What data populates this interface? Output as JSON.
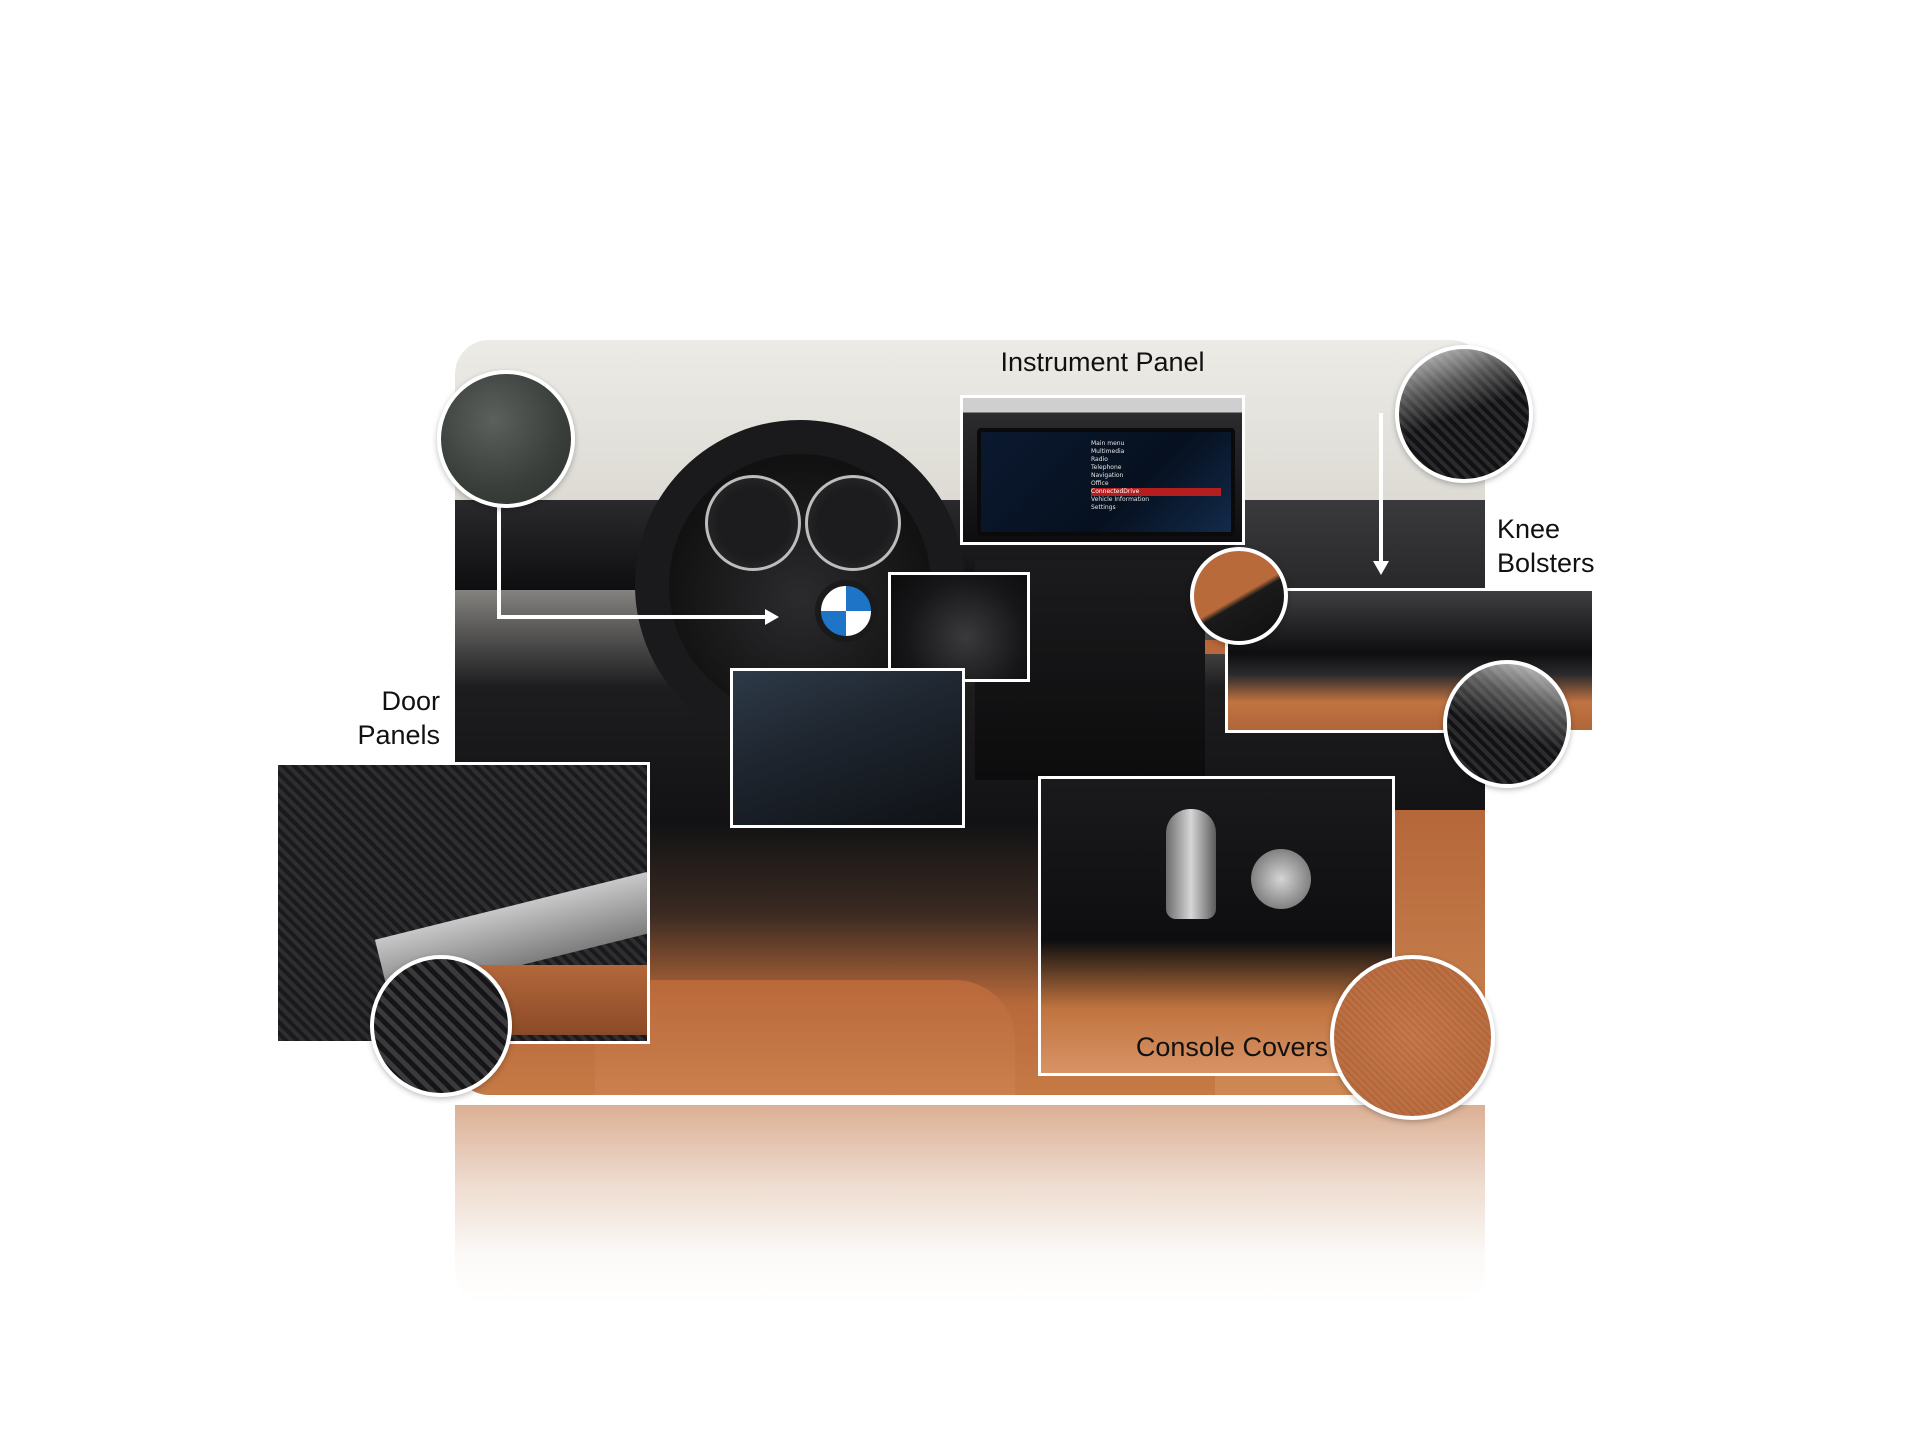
{
  "labels": {
    "instrument_panel": "Instrument Panel",
    "knee_bolsters": "Knee\nBolsters",
    "door_panels": "Door\nPanels",
    "console_covers": "Console Covers"
  },
  "screen_menu": {
    "title": "Main menu",
    "items": [
      "Multimedia",
      "Radio",
      "Telephone",
      "Navigation",
      "Office",
      "ConnectedDrive",
      "Vehicle Information",
      "Settings"
    ],
    "highlighted_index": 5
  },
  "colors": {
    "leather_orange": "#b96a3a",
    "carbon_dark": "#1a1a1c",
    "label_text": "#111111",
    "background": "#ffffff"
  }
}
